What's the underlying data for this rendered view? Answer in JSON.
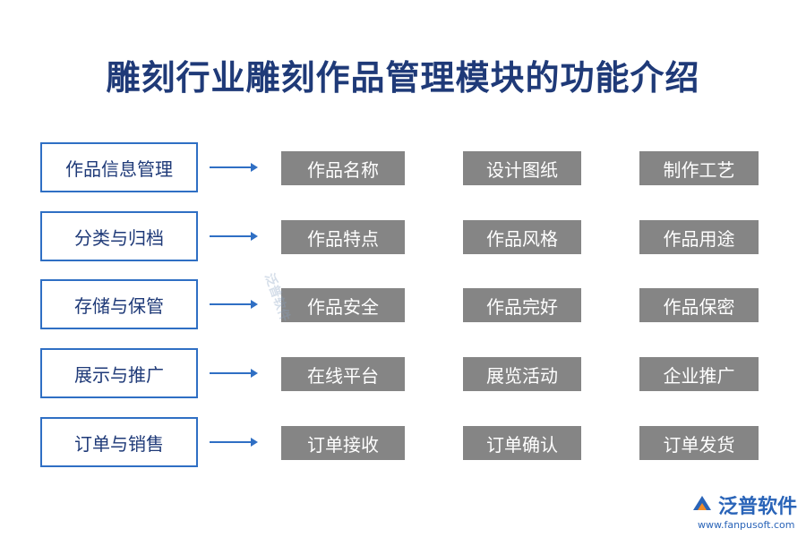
{
  "title": "雕刻行业雕刻作品管理模块的功能介绍",
  "rows": [
    {
      "category": "作品信息管理",
      "features": [
        "作品名称",
        "设计图纸",
        "制作工艺"
      ]
    },
    {
      "category": "分类与归档",
      "features": [
        "作品特点",
        "作品风格",
        "作品用途"
      ]
    },
    {
      "category": "存储与保管",
      "features": [
        "作品安全",
        "作品完好",
        "作品保密"
      ]
    },
    {
      "category": "展示与推广",
      "features": [
        "在线平台",
        "展览活动",
        "企业推广"
      ]
    },
    {
      "category": "订单与销售",
      "features": [
        "订单接收",
        "订单确认",
        "订单发货"
      ]
    }
  ],
  "watermark": "泛普软件",
  "logo": {
    "name": "泛普软件",
    "url": "www.fanpusoft.com"
  },
  "colors": {
    "title": "#1f3a78",
    "border": "#2f6fc4",
    "feature_bg": "#858585"
  }
}
